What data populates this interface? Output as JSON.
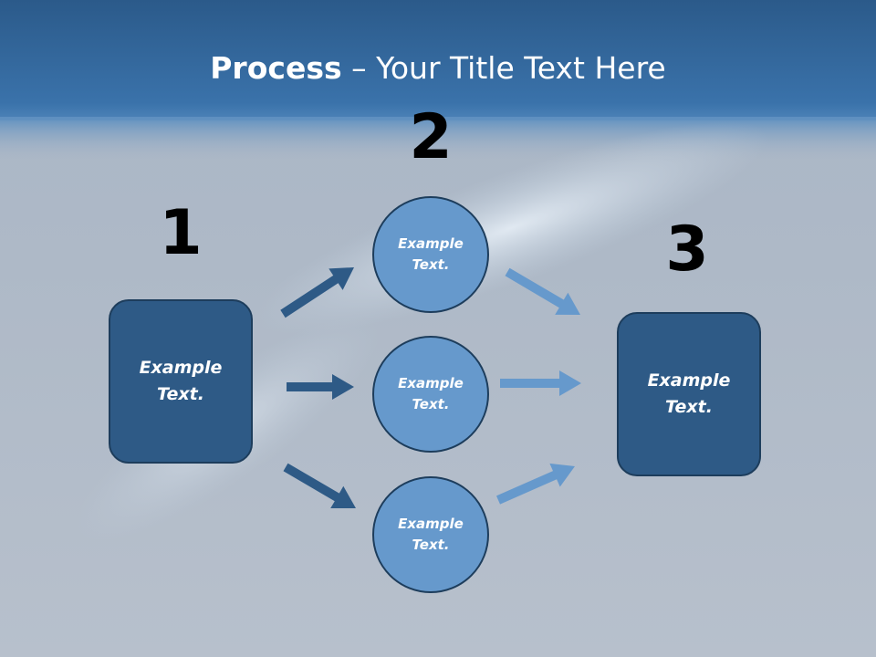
{
  "title": {
    "bold_part": "Process",
    "rest": " – Your Title Text Here"
  },
  "steps": {
    "step1": {
      "number": "1",
      "label": "Example Text."
    },
    "step2": {
      "number": "2",
      "circles": [
        {
          "label": "Example Text."
        },
        {
          "label": "Example Text."
        },
        {
          "label": "Example Text."
        }
      ]
    },
    "step3": {
      "number": "3",
      "label": "Example Text."
    }
  },
  "colors": {
    "dark_box": "#2e5a86",
    "light_circle": "#6699cc",
    "dark_arrow": "#2e5a86",
    "light_arrow": "#6699cc",
    "header_band": "#2f639a"
  }
}
